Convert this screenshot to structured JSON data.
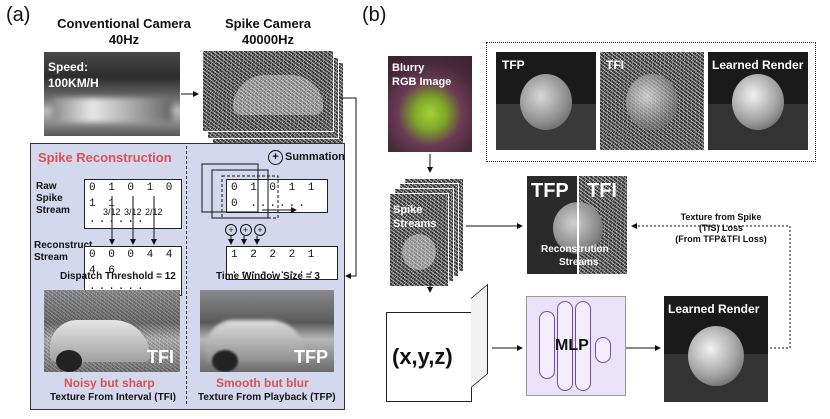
{
  "panel_a": {
    "label": "(a)",
    "conventional_title": "Conventional Camera",
    "conventional_rate": "40Hz",
    "spike_title": "Spike Camera",
    "spike_rate": "40000Hz",
    "speed_label": "Speed:",
    "speed_value": "100KM/H",
    "spike_reconstruction": "Spike Reconstruction",
    "summation": "Summation",
    "raw_spike_stream": "Raw Spike Stream",
    "raw_bits": "0 1 0 1 0 1 1 ......",
    "fractions": [
      "3/12",
      "3/12",
      "2/12"
    ],
    "reconstruct_stream": "Reconstruct Stream",
    "reconstruct_values": "0 0 0 4 4 4 6 ......",
    "dispatch_threshold": "Dispatch Threshold = 12",
    "window_bits": "0 1 0 1 1 0 ......",
    "plus_symbols": [
      "+",
      "+",
      "+"
    ],
    "window_values": "1 2 2 2 1 .........",
    "time_window": "Time Window Size = 3",
    "tfi_tag": "TFI",
    "tfp_tag": "TFP",
    "tfi_caption": "Noisy but sharp",
    "tfp_caption": "Smooth but blur",
    "tfi_desc": "Texture From Interval (TFI)",
    "tfp_desc": "Texture From Playback (TFP)"
  },
  "panel_b": {
    "label": "(b)",
    "blurry_line1": "Blurry",
    "blurry_line2": "RGB Image",
    "tfp": "TFP",
    "tfi": "TFI",
    "learned_render": "Learned Render",
    "spike_streams_1": "Spike",
    "spike_streams_2": "Streams",
    "recon_tfp": "TFP",
    "recon_tfi": "TFI",
    "recon_streams_1": "Reconstrution",
    "recon_streams_2": "Streams",
    "loss_1": "Texture from Spike",
    "loss_2": "(TfS) Loss",
    "loss_3": "(From TFP&TFI Loss)",
    "xyz": "(x,y,z)",
    "mlp": "MLP",
    "learned_render_bottom": "Learned Render"
  },
  "colors": {
    "panel_bg": "#d4d8ef",
    "red_text": "#d9534f",
    "mlp_fill": "#e9e2f8",
    "mlp_stroke": "#6b4fa8"
  }
}
